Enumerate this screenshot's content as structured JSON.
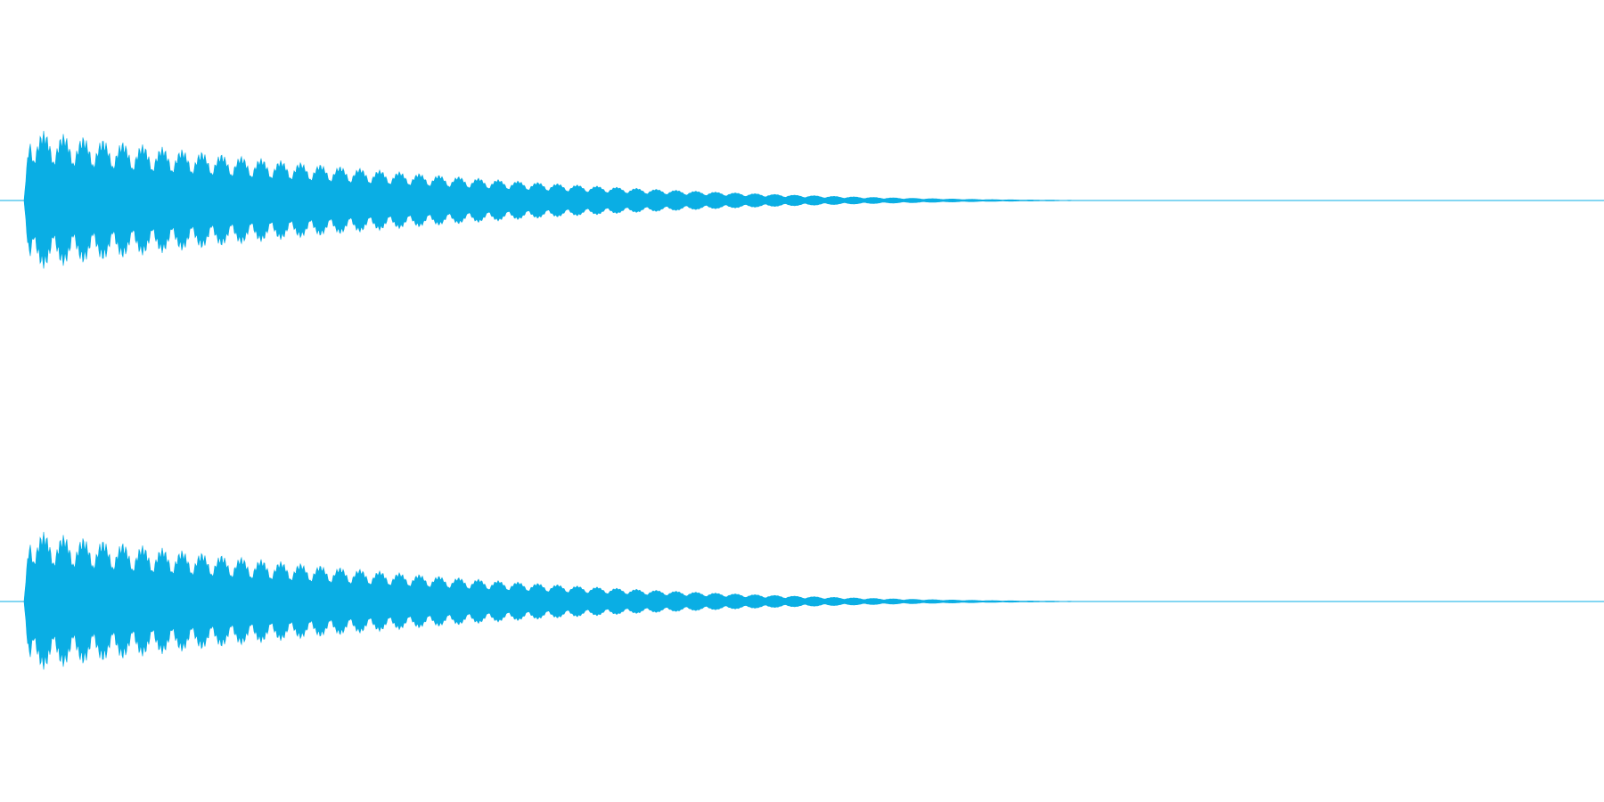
{
  "waveform": {
    "color": "#0aaee4",
    "background": "#ffffff",
    "channels": [
      {
        "id": "left"
      },
      {
        "id": "right"
      }
    ],
    "envelope": {
      "peak_amplitude_fraction": 0.54,
      "onset_fraction": 0.015,
      "decay_end_fraction": 0.705,
      "modulation_cycles": 56
    }
  }
}
